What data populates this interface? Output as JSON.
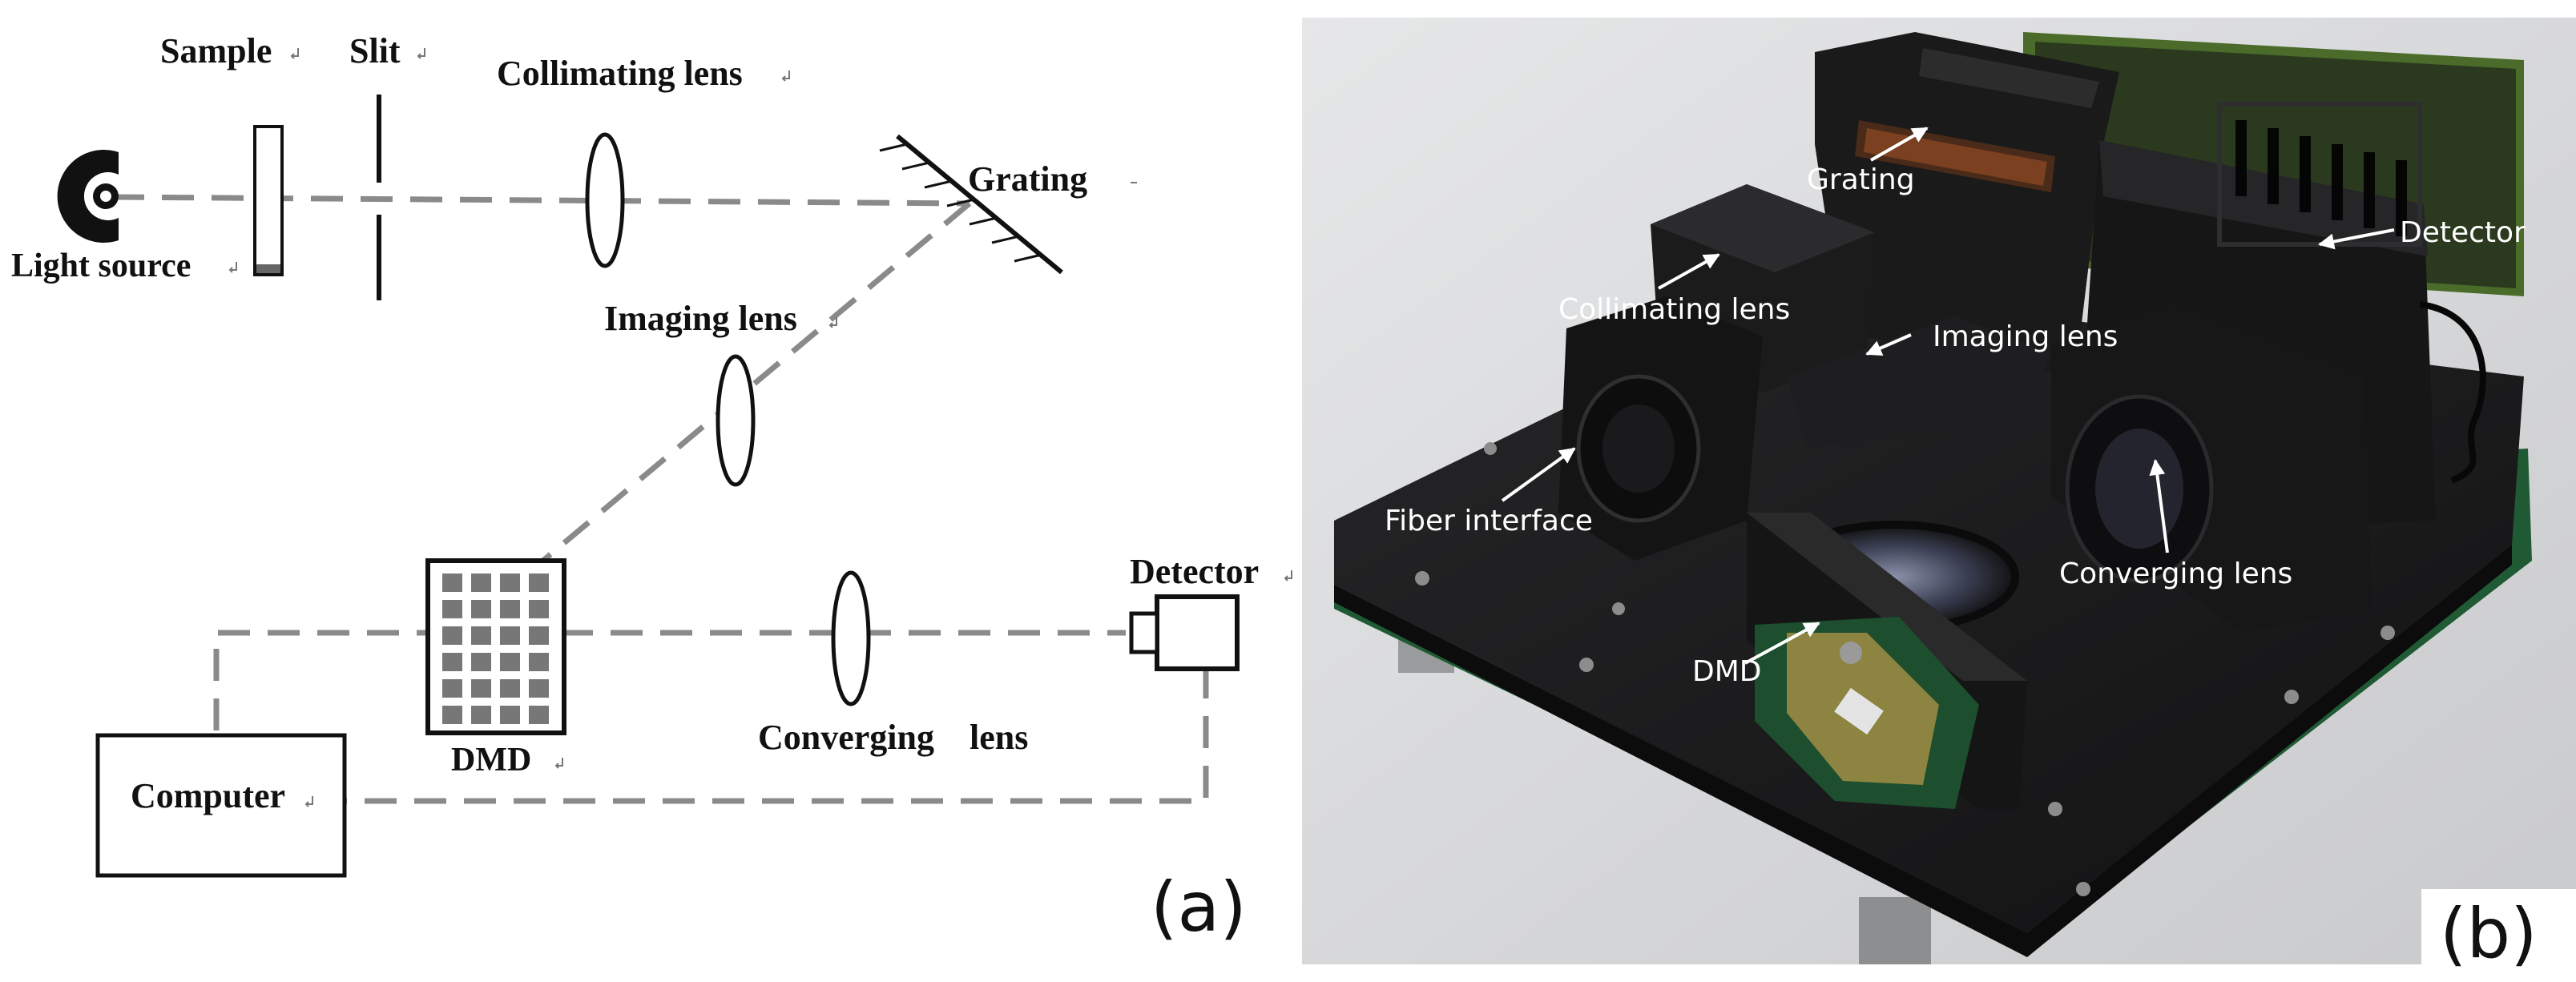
{
  "panel_a": {
    "label": "(a)",
    "labels": {
      "sample": "Sample",
      "slit": "Slit",
      "collimating_lens": "Collimating lens",
      "grating": "Grating",
      "light_source": "Light source",
      "imaging_lens": "Imaging lens",
      "detector": "Detector",
      "dmd": "DMD",
      "converging_lens": "Converging    lens",
      "computer": "Computer"
    }
  },
  "panel_b": {
    "label": "(b)",
    "labels": {
      "grating": "Grating",
      "detector": "Detector",
      "collimating_lens": "Collimating lens",
      "imaging_lens": "Imaging lens",
      "fiber_interface": "Fiber interface",
      "converging_lens": "Converging lens",
      "dmd": "DMD"
    }
  },
  "colors": {
    "beam": "#8a8a8a",
    "ink": "#111111",
    "photo_bg": "#d9dadb",
    "board": "#1c1c1d",
    "pcb": "#1f5a34"
  }
}
